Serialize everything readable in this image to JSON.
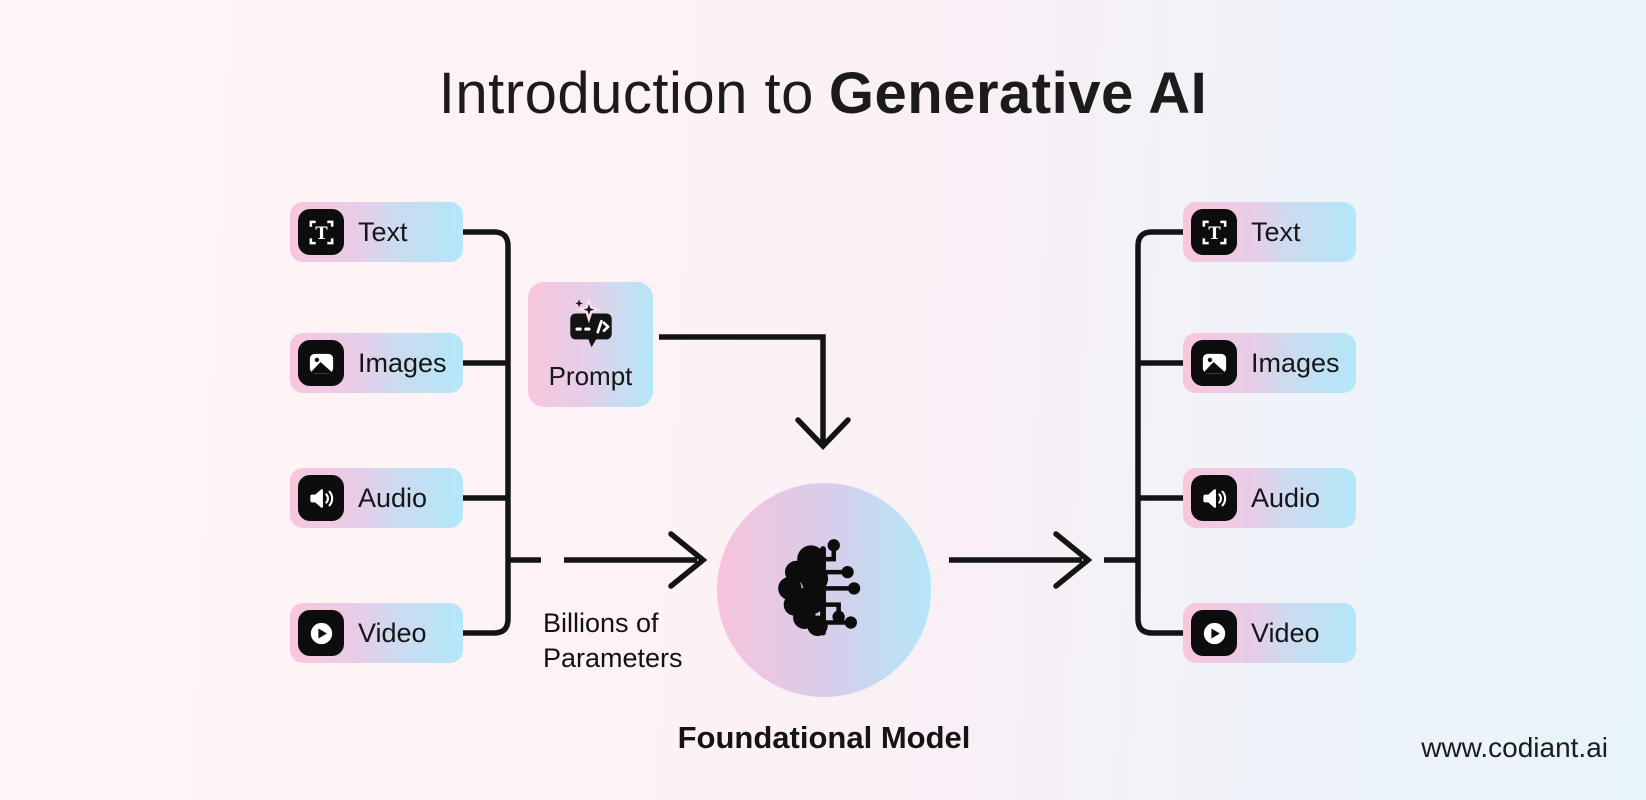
{
  "title": {
    "prefix": "Introduction to",
    "emphasis": "Generative AI"
  },
  "inputs": [
    {
      "label": "Text",
      "icon": "text-icon"
    },
    {
      "label": "Images",
      "icon": "images-icon"
    },
    {
      "label": "Audio",
      "icon": "audio-icon"
    },
    {
      "label": "Video",
      "icon": "video-icon"
    }
  ],
  "outputs": [
    {
      "label": "Text",
      "icon": "text-icon"
    },
    {
      "label": "Images",
      "icon": "images-icon"
    },
    {
      "label": "Audio",
      "icon": "audio-icon"
    },
    {
      "label": "Video",
      "icon": "video-icon"
    }
  ],
  "prompt": {
    "label": "Prompt",
    "icon": "prompt-sparkle-code-icon"
  },
  "model": {
    "caption": "Foundational Model",
    "icon": "ai-brain-circuit-icon"
  },
  "flow_label": {
    "line1": "Billions of",
    "line2": "Parameters"
  },
  "footer": {
    "website": "www.codiant.ai"
  },
  "colors": {
    "gradient_pink": "#f9c6dc",
    "gradient_blue": "#b2e8f8",
    "gradient_lavender": "#d8cdea",
    "ink": "#141414",
    "chip_black": "#0d0d0d",
    "background_left": "#fdf2f6",
    "background_right": "#e7f4fa"
  }
}
